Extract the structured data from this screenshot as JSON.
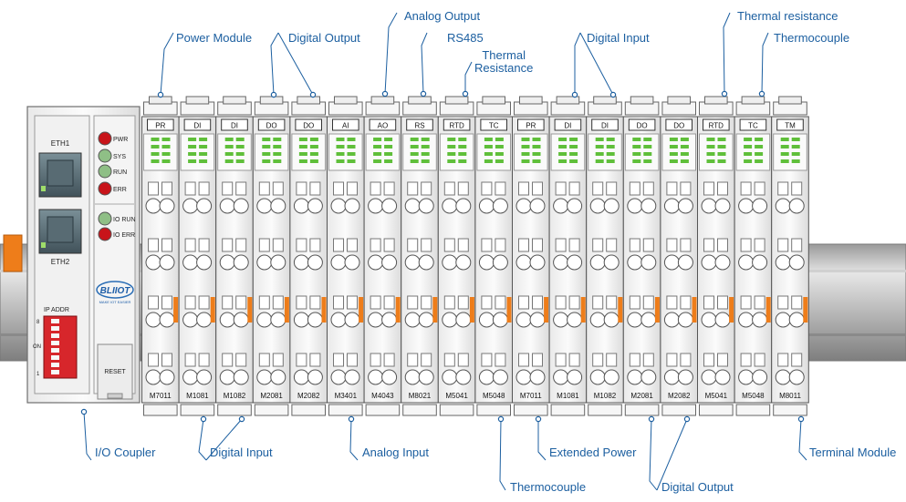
{
  "coupler": {
    "eth1": "ETH1",
    "eth2": "ETH2",
    "led_labels": [
      "PWR",
      "SYS",
      "RUN",
      "ERR",
      "IO RUN",
      "IO ERR"
    ],
    "led_colors": [
      "#c8141a",
      "#8fbf86",
      "#8fbf86",
      "#c8141a",
      "#8fbf86",
      "#c8141a"
    ],
    "logo_text": "BLIIOT",
    "logo_tagline": "MAKE IOT EASIER",
    "ip_addr": "IP ADDR",
    "dip_top": "8",
    "dip_on": "ON",
    "dip_bottom": "1",
    "reset": "RESET"
  },
  "modules": [
    {
      "code": "PR",
      "model": "M7011"
    },
    {
      "code": "DI",
      "model": "M1081"
    },
    {
      "code": "DI",
      "model": "M1082"
    },
    {
      "code": "DO",
      "model": "M2081"
    },
    {
      "code": "DO",
      "model": "M2082"
    },
    {
      "code": "AI",
      "model": "M3401"
    },
    {
      "code": "AO",
      "model": "M4043"
    },
    {
      "code": "RS",
      "model": "M8021"
    },
    {
      "code": "RTD",
      "model": "M5041"
    },
    {
      "code": "TC",
      "model": "M5048"
    },
    {
      "code": "PR",
      "model": "M7011"
    },
    {
      "code": "DI",
      "model": "M1081"
    },
    {
      "code": "DI",
      "model": "M1082"
    },
    {
      "code": "DO",
      "model": "M2081"
    },
    {
      "code": "DO",
      "model": "M2082"
    },
    {
      "code": "RTD",
      "model": "M5041"
    },
    {
      "code": "TC",
      "model": "M5048"
    },
    {
      "code": "TM",
      "model": "M8011"
    }
  ],
  "annotations": {
    "top": [
      "Power Module",
      "Digital Output",
      "Analog Output",
      "RS485",
      "Thermal\nResistance",
      "Digital Input",
      "Thermal resistance",
      "Thermocouple"
    ],
    "bottom": [
      "I/O Coupler",
      "Digital Input",
      "Analog Input",
      "Thermocouple",
      "Extended Power",
      "Digital Output",
      "Terminal Module"
    ]
  },
  "colors": {
    "annotation": "#1c5fa0",
    "orange": "#ee7d1a",
    "led_green": "#5fbf3a"
  }
}
